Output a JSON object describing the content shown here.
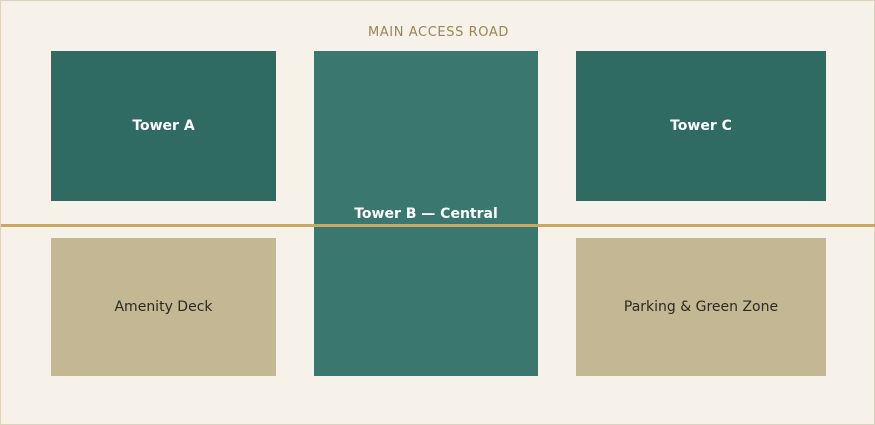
{
  "plan": {
    "road_label": "MAIN ACCESS ROAD",
    "blocks": {
      "tower_a": "Tower A",
      "tower_b": "Tower B — Central",
      "tower_c": "Tower C",
      "amenity": "Amenity Deck",
      "parking": "Parking & Green Zone"
    }
  },
  "colors": {
    "background": "#f6f2ea",
    "tower": "#2f6b62",
    "tower_central": "#3a776f",
    "zone": "#c4b794",
    "axis_line": "#c9a862",
    "road_label": "#9a8552"
  }
}
